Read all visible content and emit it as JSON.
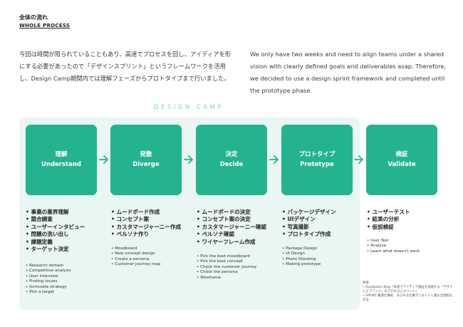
{
  "header": {
    "title_jp": "全体の流れ",
    "title_en": "WHOLE PROCESS"
  },
  "intro": {
    "jp": "今回は時間が限られていることもあり、高速でプロセスを回し、アイディアを形にする必要があったので「デザインスプリント」というフレームワークを活用し、Design Camp期間内では理解フェーズからプロトタイプまで行いました。",
    "en": "We only have two weeks and need to align teams under a shared vision with clearly defined goals and deliverables asap. Therefore, we decided to use a design sprint framework and completed until the prototype phase."
  },
  "camp_label": "DESIGN CAMP",
  "colors": {
    "phase_green": "#23b48f",
    "camp_background": "#e9f6f3",
    "camp_label": "#7ed9c1",
    "arrow": "#23b48f"
  },
  "phases": [
    {
      "jp": "理解",
      "en": "Understand",
      "tasks_jp": [
        "• 事業の業界理解",
        "• 競合調査",
        "• ユーザーインタビュー",
        "• 問題の洗い出し",
        "• 課題定義",
        "• ターゲット決定"
      ],
      "tasks_en": [
        "• Research domain",
        "• Competitive analysis",
        "• User interview",
        "• Finding issues",
        "• formulate strategy",
        "• Pick a target"
      ]
    },
    {
      "jp": "発散",
      "en": "Diverge",
      "tasks_jp": [
        "• ムードボード作成",
        "• コンセプト案",
        "• カスタマージャーニー作成",
        "• ペルソナ作り"
      ],
      "tasks_en": [
        "• Moodboard",
        "• New concept design",
        "• Create a persona",
        "• Customer journey map"
      ]
    },
    {
      "jp": "決定",
      "en": "Decide",
      "tasks_jp": [
        "• ムードボードの決定",
        "• コンセプト案の決定",
        "• カスタマージャーニー確認",
        "• ペルソナ確認",
        "• ワイヤーフレーム作成"
      ],
      "tasks_en": [
        "• Pick the best moodboard",
        "• Pick the best concept",
        "• Check the customer journey",
        "• Check the persona",
        "• Wireframe"
      ]
    },
    {
      "jp": "プロトタイプ",
      "en": "Prototype",
      "tasks_jp": [
        "• パッケージデザイン",
        "• UIデザイン",
        "• 写真撮影",
        "• プロトタイプ作成"
      ],
      "tasks_en": [
        "• Package Design",
        "• UI Design",
        "• Photo Shooting",
        "• Making prototype"
      ]
    },
    {
      "jp": "検証",
      "en": "Validate",
      "tasks_jp": [
        "• ユーザーテスト",
        "• 結果の分析",
        "• 仮説検証"
      ],
      "tasks_en": [
        "• User Test",
        "• Analyze",
        "• Learn what doesn't work"
      ]
    }
  ],
  "reference": {
    "heading": "参考：",
    "lines": [
      "• Goodpatch Blog「高速でアイディア検証を実践する「デザインスプリント」のプロセスとメリット」",
      "• SPRINT 最速仕事術　あらゆる仕事がうまくいく最も合理的な方法"
    ]
  }
}
